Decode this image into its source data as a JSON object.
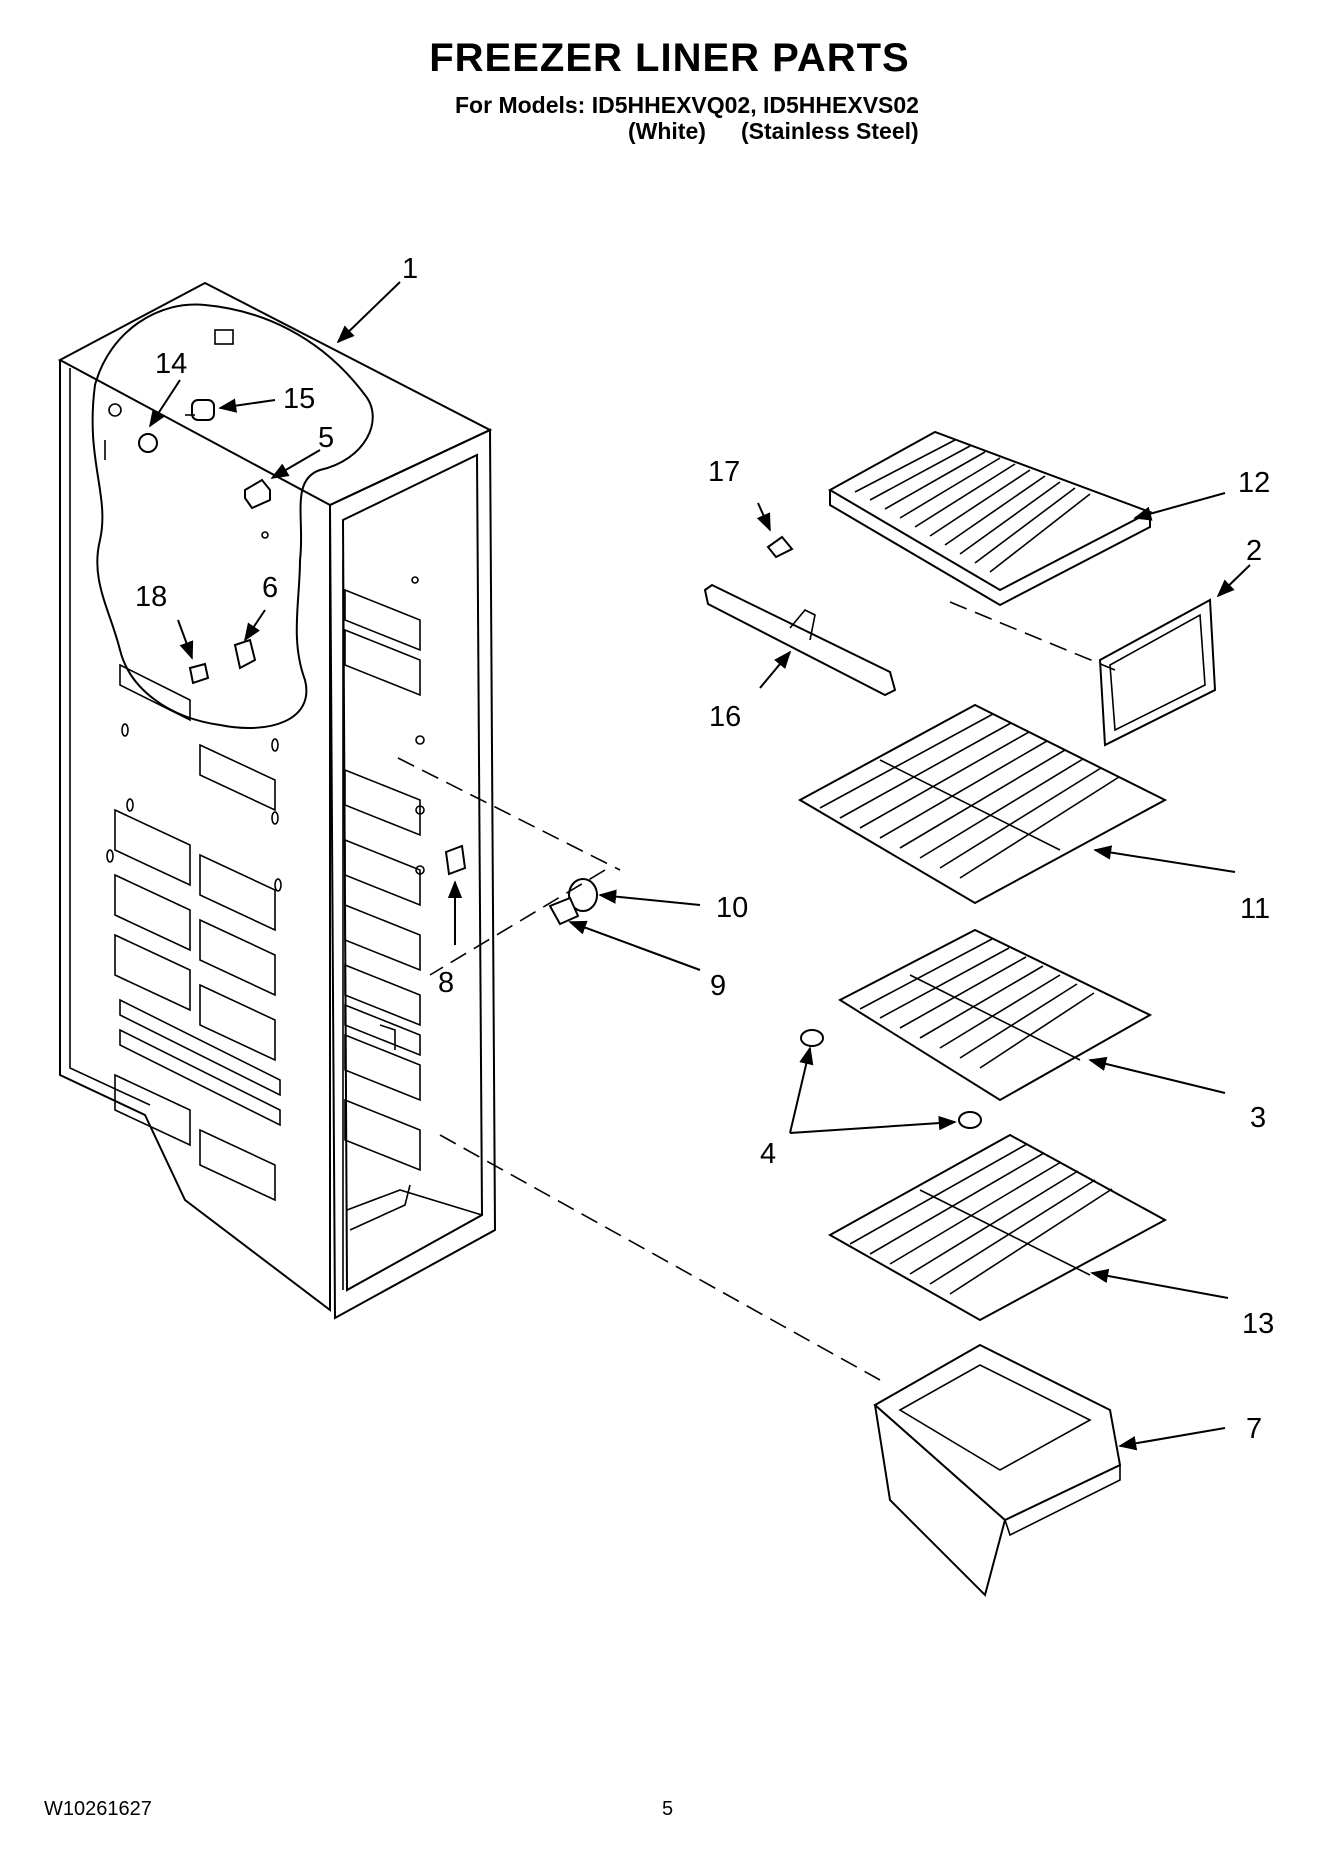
{
  "header": {
    "title": "FREEZER LINER PARTS",
    "models_line": "For Models: ID5HHEXVQ02, ID5HHEXVS02",
    "variant_white": "(White)",
    "variant_stainless": "(Stainless Steel)"
  },
  "callouts": {
    "c1": "1",
    "c2": "2",
    "c3": "3",
    "c4": "4",
    "c5": "5",
    "c6": "6",
    "c7": "7",
    "c8": "8",
    "c9": "9",
    "c10": "10",
    "c11": "11",
    "c12": "12",
    "c13": "13",
    "c14": "14",
    "c15": "15",
    "c16": "16",
    "c17": "17",
    "c18": "18"
  },
  "footer": {
    "doc_number": "W10261627",
    "page_number": "5"
  }
}
